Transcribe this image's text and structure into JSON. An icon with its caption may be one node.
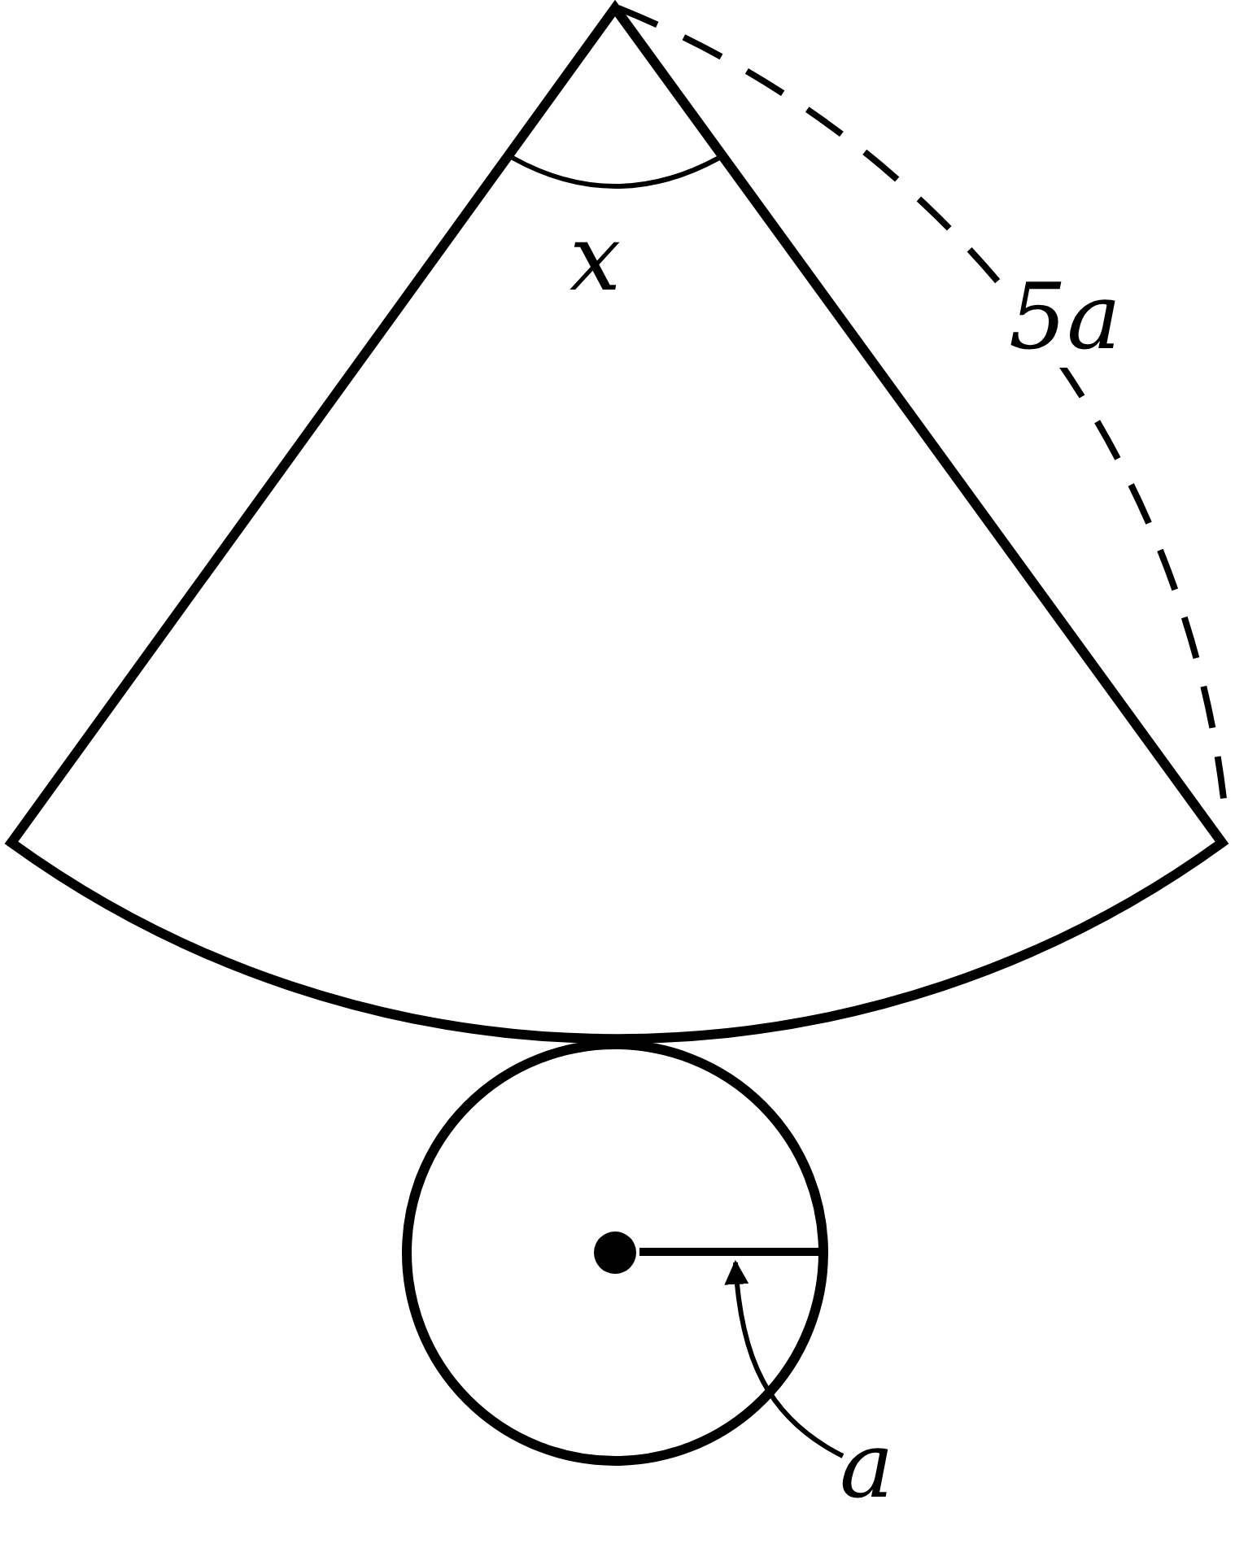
{
  "diagram": {
    "nodes": [
      {
        "text": [
          "a"
        ]
      },
      {
        "text": [],
        "shape": "line"
      }
    ],
    "edges": [
      {
        "from": 0,
        "to": 1,
        "arrow": "to"
      }
    ],
    "labels": [
      "x",
      "5a"
    ]
  }
}
